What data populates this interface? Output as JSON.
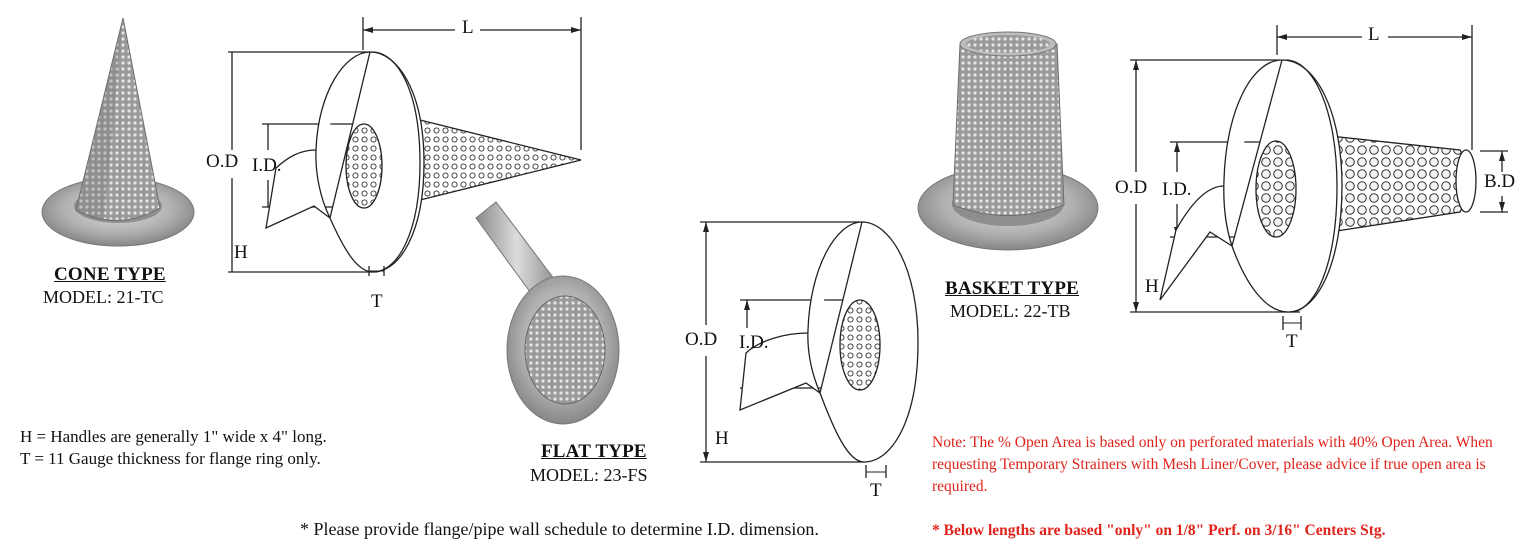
{
  "colors": {
    "line": "#222222",
    "photo_metal": "#a9a9a9",
    "note_red": "#e0241b"
  },
  "products": [
    {
      "type_label": "CONE TYPE",
      "model": "MODEL: 21-TC"
    },
    {
      "type_label": "FLAT TYPE",
      "model": "MODEL: 23-FS"
    },
    {
      "type_label": "BASKET TYPE",
      "model": "MODEL: 22-TB"
    }
  ],
  "dimension_labels": {
    "length": "L",
    "outer_diameter": "O.D",
    "inner_diameter": "I.D.",
    "handle": "H",
    "thickness": "T",
    "basket_diameter": "B.D"
  },
  "legend": {
    "h_line": "H = Handles are generally 1\" wide x 4\" long.",
    "t_line": "T = 11 Gauge thickness for flange ring only."
  },
  "note": "Note:  The % Open Area is based only on perforated materials with 40% Open Area.  When requesting Temporary Strainers with Mesh Liner/Cover, please advice if true open area is required.",
  "footer": {
    "flange_note": "* Please provide flange/pipe wall schedule to determine I.D. dimension.",
    "lengths_note": "* Below lengths are based \"only\" on 1/8\" Perf. on 3/16\" Centers Stg."
  }
}
